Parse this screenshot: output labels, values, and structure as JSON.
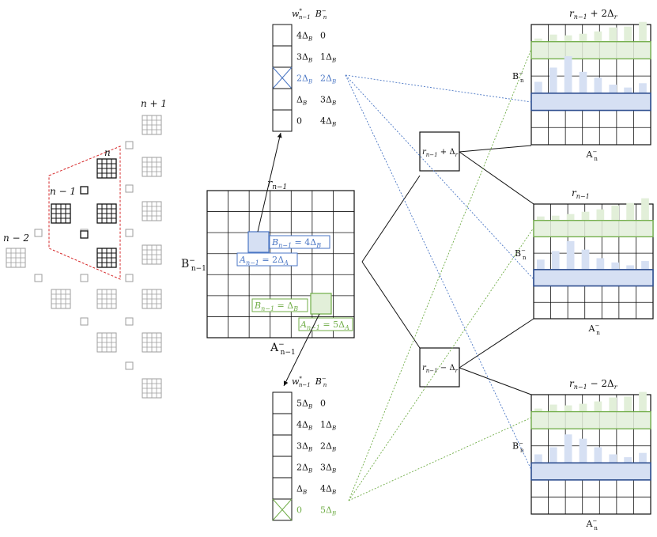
{
  "figure": {
    "left": {
      "labels": {
        "n_plus_1": "n + 1",
        "n": "n",
        "n_minus_1": "n − 1",
        "n_minus_2": "n − 2"
      }
    },
    "center": {
      "title_top": "r_{n−1}",
      "title_top_text": "r",
      "title_top_sub": "n−1",
      "ylabel": "B",
      "ylabel_sup": "−",
      "ylabel_sub": "n−1",
      "xlabel": "A",
      "xlabel_sup": "−",
      "xlabel_sub": "n−1",
      "blue_box_b": "B",
      "blue_box_b_sub": "n−1",
      "blue_box_b_val": " = 4Δ",
      "blue_box_b_valsub": "B",
      "blue_box_a": "A",
      "blue_box_a_sub": "n−1",
      "blue_box_a_val": " = 2Δ",
      "blue_box_a_valsub": "A",
      "green_box_b": "B",
      "green_box_b_sub": "n−1",
      "green_box_b_val": " = Δ",
      "green_box_b_valsub": "B",
      "green_box_a": "A",
      "green_box_a_sub": "n−1",
      "green_box_a_val": " = 5Δ",
      "green_box_a_valsub": "A"
    },
    "top_table": {
      "head_w": "w",
      "head_w_sup": "*",
      "head_w_sub": "n−1",
      "head_b": "B",
      "head_b_sup": "−",
      "head_b_sub": "n",
      "rows": [
        {
          "w": "4Δ",
          "b": "0"
        },
        {
          "w": "3Δ",
          "b": "1Δ"
        },
        {
          "w": "2Δ",
          "b": "2Δ"
        },
        {
          "w": "Δ",
          "b": "3Δ"
        },
        {
          "w": "0",
          "b": "4Δ"
        }
      ],
      "sub": "B"
    },
    "bottom_table": {
      "head_w": "w",
      "head_w_sup": "*",
      "head_w_sub": "n−1",
      "head_b": "B",
      "head_b_sup": "−",
      "head_b_sub": "n",
      "rows": [
        {
          "w": "5Δ",
          "b": "0"
        },
        {
          "w": "4Δ",
          "b": "1Δ"
        },
        {
          "w": "3Δ",
          "b": "2Δ"
        },
        {
          "w": "2Δ",
          "b": "3Δ"
        },
        {
          "w": "Δ",
          "b": "4Δ"
        },
        {
          "w": "0",
          "b": "5Δ"
        }
      ],
      "sub": "B"
    },
    "nodes": {
      "upper": {
        "base": "r",
        "sub": "n−1",
        "rest": " + Δ",
        "rest_sub": "r"
      },
      "lower": {
        "base": "r",
        "sub": "n−1",
        "rest": " − Δ",
        "rest_sub": "r"
      }
    },
    "right_grids": [
      {
        "title": "r",
        "title_sub": "n−1",
        "title_rest": " + 2Δ",
        "title_rest_sub": "r",
        "ylabel": "B",
        "ylabel_sup": "−",
        "ylabel_sub": "n",
        "xlabel": "A",
        "xlabel_sup": "−",
        "xlabel_sub": "n"
      },
      {
        "title": "r",
        "title_sub": "n−1",
        "title_rest": "",
        "title_rest_sub": "",
        "ylabel": "B",
        "ylabel_sup": "−",
        "ylabel_sub": "n",
        "xlabel": "A",
        "xlabel_sup": "−",
        "xlabel_sub": "n"
      },
      {
        "title": "r",
        "title_sub": "n−1",
        "title_rest": " − 2Δ",
        "title_rest_sub": "r",
        "ylabel": "B",
        "ylabel_sup": "−",
        "ylabel_sub": "n",
        "xlabel": "A",
        "xlabel_sup": "−",
        "xlabel_sub": "n"
      }
    ],
    "colors": {
      "blue": "#4a76c4",
      "blue_fill": "#d6e0f3",
      "green": "#70ad47",
      "green_fill": "#e2efd9",
      "red": "#d62728",
      "gray": "#9e9e9e"
    }
  }
}
